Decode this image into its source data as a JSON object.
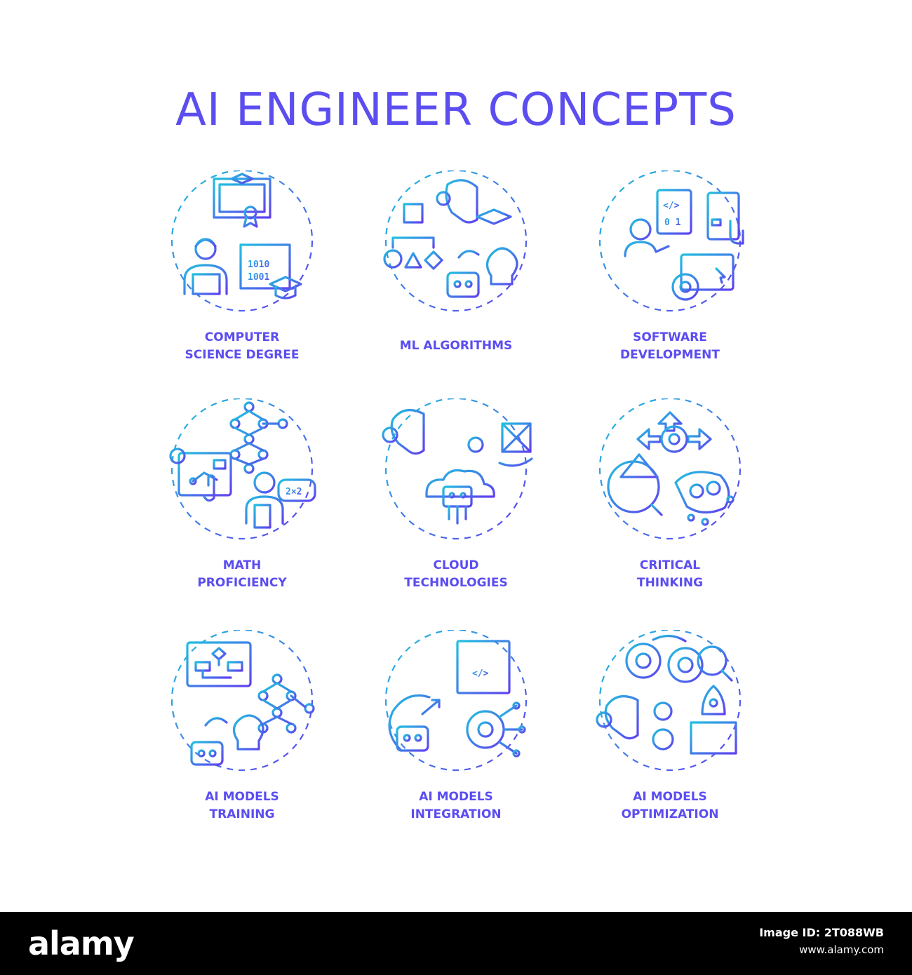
{
  "title": "AI ENGINEER CONCEPTS",
  "colors": {
    "gradient_start": "#20c0e0",
    "gradient_end": "#6040f0",
    "title": "#5b4df0"
  },
  "items": [
    {
      "line1": "COMPUTER",
      "line2": "SCIENCE DEGREE",
      "icon": "graduate-diploma-icon"
    },
    {
      "line1": "ML ALGORITHMS",
      "line2": "",
      "icon": "ml-algorithm-icon"
    },
    {
      "line1": "SOFTWARE",
      "line2": "DEVELOPMENT",
      "icon": "software-development-icon"
    },
    {
      "line1": "MATH",
      "line2": "PROFICIENCY",
      "icon": "math-icon"
    },
    {
      "line1": "CLOUD",
      "line2": "TECHNOLOGIES",
      "icon": "cloud-robot-icon"
    },
    {
      "line1": "CRITICAL",
      "line2": "THINKING",
      "icon": "critical-thinking-icon"
    },
    {
      "line1": "AI MODELS",
      "line2": "TRAINING",
      "icon": "model-training-icon"
    },
    {
      "line1": "AI MODELS",
      "line2": "INTEGRATION",
      "icon": "model-integration-icon"
    },
    {
      "line1": "AI MODELS",
      "line2": "OPTIMIZATION",
      "icon": "model-optimization-icon"
    }
  ],
  "icon_text": {
    "binary_1": "1010",
    "binary_2": "1001",
    "code_tag": "</>",
    "code_bits": "0 1",
    "math_bubble": "2×2"
  },
  "watermark": {
    "logo": "alamy",
    "image_id": "Image ID: 2T088WB",
    "site": "www.alamy.com"
  }
}
